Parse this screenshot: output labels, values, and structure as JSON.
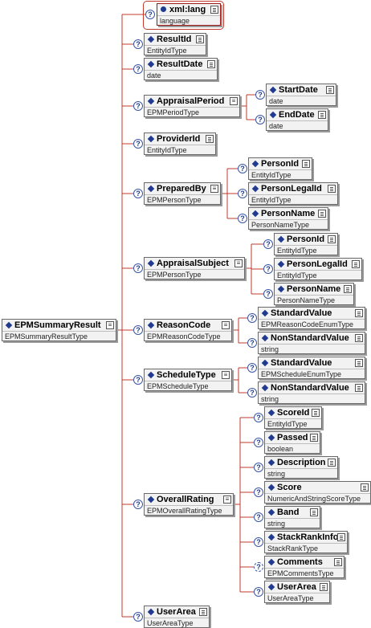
{
  "root": {
    "name": "EPMSummaryResult",
    "type": "EPMSummaryResultType"
  },
  "attribute": {
    "name": "xml:lang",
    "type": "language"
  },
  "elements": {
    "resultid": {
      "name": "ResultId",
      "type": "EntityIdType"
    },
    "resultdate": {
      "name": "ResultDate",
      "type": "date"
    },
    "appraisalperiod": {
      "name": "AppraisalPeriod",
      "type": "EPMPeriodType"
    },
    "startdate": {
      "name": "StartDate",
      "type": "date"
    },
    "enddate": {
      "name": "EndDate",
      "type": "date"
    },
    "providerid": {
      "name": "ProviderId",
      "type": "EntityIdType"
    },
    "preparedby": {
      "name": "PreparedBy",
      "type": "EPMPersonType"
    },
    "pb_personid": {
      "name": "PersonId",
      "type": "EntityIdType"
    },
    "pb_personlegalid": {
      "name": "PersonLegalId",
      "type": "EntityIdType"
    },
    "pb_personname": {
      "name": "PersonName",
      "type": "PersonNameType"
    },
    "appraisalsubject": {
      "name": "AppraisalSubject",
      "type": "EPMPersonType"
    },
    "as_personid": {
      "name": "PersonId",
      "type": "EntityIdType"
    },
    "as_personlegalid": {
      "name": "PersonLegalId",
      "type": "EntityIdType"
    },
    "as_personname": {
      "name": "PersonName",
      "type": "PersonNameType"
    },
    "reasoncode": {
      "name": "ReasonCode",
      "type": "EPMReasonCodeType"
    },
    "rc_standardvalue": {
      "name": "StandardValue",
      "type": "EPMReasonCodeEnumType"
    },
    "rc_nonstandardvalue": {
      "name": "NonStandardValue",
      "type": "string"
    },
    "scheduletype": {
      "name": "ScheduleType",
      "type": "EPMScheduleType"
    },
    "st_standardvalue": {
      "name": "StandardValue",
      "type": "EPMScheduleEnumType"
    },
    "st_nonstandardvalue": {
      "name": "NonStandardValue",
      "type": "string"
    },
    "overallrating": {
      "name": "OverallRating",
      "type": "EPMOverallRatingType"
    },
    "scoreid": {
      "name": "ScoreId",
      "type": "EntityIdType"
    },
    "passed": {
      "name": "Passed",
      "type": "boolean"
    },
    "description": {
      "name": "Description",
      "type": "string"
    },
    "score": {
      "name": "Score",
      "type": "NumericAndStringScoreType"
    },
    "band": {
      "name": "Band",
      "type": "string"
    },
    "stackrankinfo": {
      "name": "StackRankInfo",
      "type": "StackRankType"
    },
    "comments": {
      "name": "Comments",
      "type": "EPMCommentsType"
    },
    "or_userarea": {
      "name": "UserArea",
      "type": "UserAreaType"
    },
    "userarea": {
      "name": "UserArea",
      "type": "UserAreaType"
    }
  },
  "colors": {
    "connector": "#c0392b",
    "node_fill": "#f2f2f2",
    "node_border": "#6a6a6a",
    "icon_blue": "#1f3a8f"
  }
}
